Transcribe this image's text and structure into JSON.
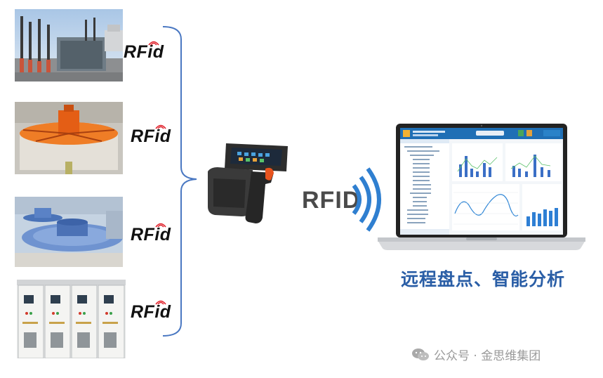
{
  "tags": {
    "tag1": "RFid",
    "tag2": "RFid",
    "tag3": "RFid",
    "tag4": "RFid"
  },
  "center_label": "RFID",
  "caption": "远程盘点、智能分析",
  "watermark": "公众号 · 金思维集团",
  "colors": {
    "accent_blue": "#2a5ea6",
    "bracket_blue": "#4a78c2",
    "wave_blue": "#2f7fd0",
    "device_body": "#2b2b2b",
    "trigger_orange": "#e8531e"
  },
  "icons": [
    "wechat-icon",
    "wifi-wave-icon"
  ]
}
